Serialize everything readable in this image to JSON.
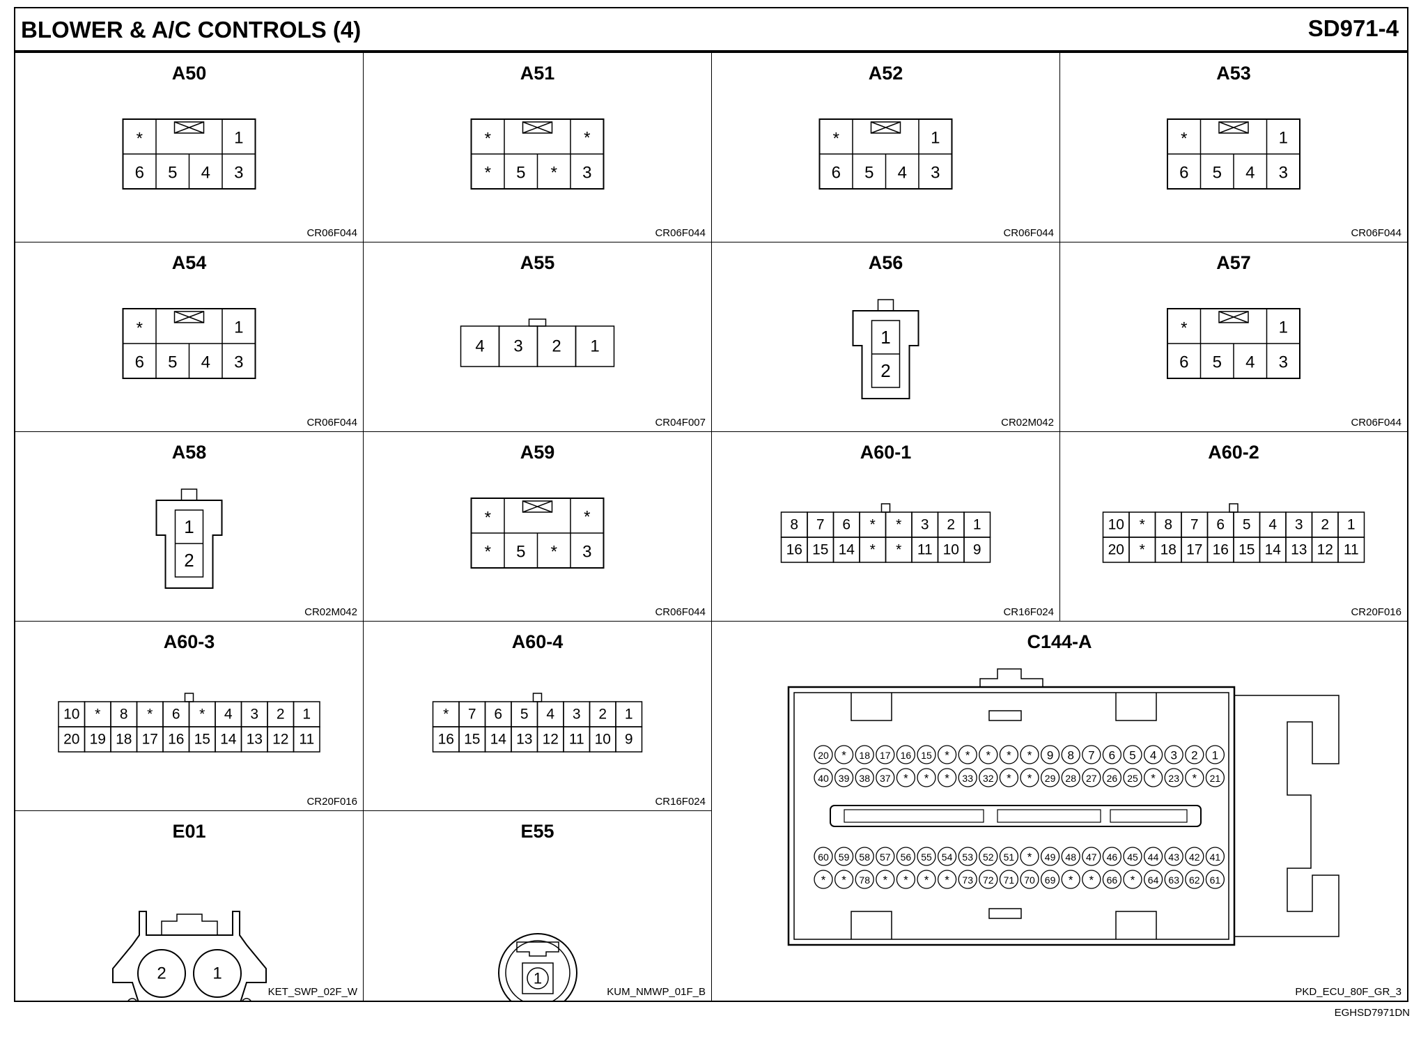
{
  "header": {
    "title": "BLOWER & A/C CONTROLS (4)",
    "code": "SD971-4"
  },
  "footer_code": "EGHSD7971DN",
  "connectors": [
    {
      "name": "A50",
      "code": "CR06F044",
      "type": "six",
      "pins": [
        "*",
        "1",
        "6",
        "5",
        "4",
        "3"
      ]
    },
    {
      "name": "A51",
      "code": "CR06F044",
      "type": "six",
      "pins": [
        "*",
        "*",
        "*",
        "5",
        "*",
        "3"
      ]
    },
    {
      "name": "A52",
      "code": "CR06F044",
      "type": "six",
      "pins": [
        "*",
        "1",
        "6",
        "5",
        "4",
        "3"
      ]
    },
    {
      "name": "A53",
      "code": "CR06F044",
      "type": "six",
      "pins": [
        "*",
        "1",
        "6",
        "5",
        "4",
        "3"
      ]
    },
    {
      "name": "A54",
      "code": "CR06F044",
      "type": "six",
      "pins": [
        "*",
        "1",
        "6",
        "5",
        "4",
        "3"
      ]
    },
    {
      "name": "A55",
      "code": "CR04F007",
      "type": "row",
      "pins": [
        "4",
        "3",
        "2",
        "1"
      ]
    },
    {
      "name": "A56",
      "code": "CR02M042",
      "type": "two",
      "pins": [
        "1",
        "2"
      ]
    },
    {
      "name": "A57",
      "code": "CR06F044",
      "type": "six",
      "pins": [
        "*",
        "1",
        "6",
        "5",
        "4",
        "3"
      ]
    },
    {
      "name": "A58",
      "code": "CR02M042",
      "type": "two",
      "pins": [
        "1",
        "2"
      ]
    },
    {
      "name": "A59",
      "code": "CR06F044",
      "type": "six",
      "pins": [
        "*",
        "*",
        "*",
        "5",
        "*",
        "3"
      ]
    },
    {
      "name": "A60-1",
      "code": "CR16F024",
      "type": "grid",
      "top": [
        "8",
        "7",
        "6",
        "*",
        "*",
        "3",
        "2",
        "1"
      ],
      "bottom": [
        "16",
        "15",
        "14",
        "*",
        "*",
        "11",
        "10",
        "9"
      ]
    },
    {
      "name": "A60-2",
      "code": "CR20F016",
      "type": "grid",
      "top": [
        "10",
        "*",
        "8",
        "7",
        "6",
        "5",
        "4",
        "3",
        "2",
        "1"
      ],
      "bottom": [
        "20",
        "*",
        "18",
        "17",
        "16",
        "15",
        "14",
        "13",
        "12",
        "11"
      ]
    },
    {
      "name": "A60-3",
      "code": "CR20F016",
      "type": "grid",
      "top": [
        "10",
        "*",
        "8",
        "*",
        "6",
        "*",
        "4",
        "3",
        "2",
        "1"
      ],
      "bottom": [
        "20",
        "19",
        "18",
        "17",
        "16",
        "15",
        "14",
        "13",
        "12",
        "11"
      ]
    },
    {
      "name": "A60-4",
      "code": "CR16F024",
      "type": "grid",
      "top": [
        "*",
        "7",
        "6",
        "5",
        "4",
        "3",
        "2",
        "1"
      ],
      "bottom": [
        "16",
        "15",
        "14",
        "13",
        "12",
        "11",
        "10",
        "9"
      ]
    },
    {
      "name": "E01",
      "code": "KET_SWP_02F_W",
      "type": "e01",
      "pins": [
        "2",
        "1"
      ]
    },
    {
      "name": "E55",
      "code": "KUM_NMWP_01F_B",
      "type": "e55",
      "pins": [
        "1"
      ]
    },
    {
      "name": "C144-A",
      "code": "PKD_ECU_80F_GR_3",
      "type": "ecu",
      "rows": [
        [
          "20",
          "*",
          "18",
          "17",
          "16",
          "15",
          "*",
          "*",
          "*",
          "*",
          "*",
          "9",
          "8",
          "7",
          "6",
          "5",
          "4",
          "3",
          "2",
          "1"
        ],
        [
          "40",
          "39",
          "38",
          "37",
          "*",
          "*",
          "*",
          "33",
          "32",
          "*",
          "*",
          "29",
          "28",
          "27",
          "26",
          "25",
          "*",
          "23",
          "*",
          "21"
        ],
        [
          "60",
          "59",
          "58",
          "57",
          "56",
          "55",
          "54",
          "53",
          "52",
          "51",
          "*",
          "49",
          "48",
          "47",
          "46",
          "45",
          "44",
          "43",
          "42",
          "41"
        ],
        [
          "*",
          "*",
          "78",
          "*",
          "*",
          "*",
          "*",
          "73",
          "72",
          "71",
          "70",
          "69",
          "*",
          "*",
          "66",
          "*",
          "64",
          "63",
          "62",
          "61"
        ]
      ]
    }
  ]
}
